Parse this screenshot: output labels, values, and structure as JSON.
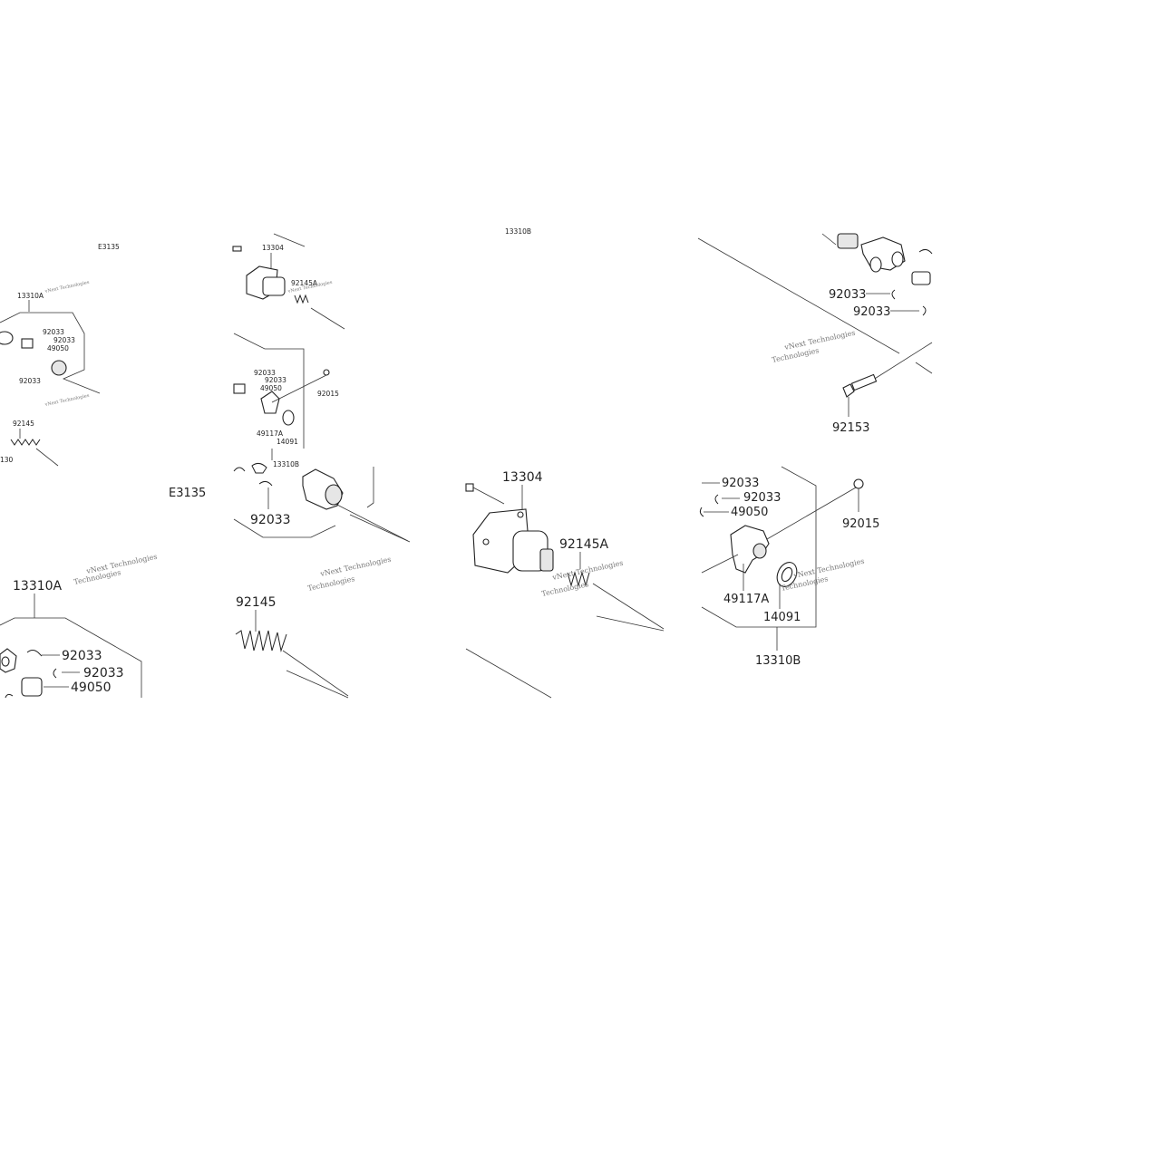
{
  "panels": [
    {
      "id": "tl",
      "ref": "E3135",
      "labels": [
        "13310A",
        "92033",
        "92033",
        "49050",
        "92033",
        "92145",
        "130"
      ],
      "watermarks": [
        "vNext Technologies",
        "vNext Technologies"
      ]
    },
    {
      "id": "tm",
      "labels": [
        "13304",
        "92145A",
        "92033",
        "92033",
        "49050",
        "92015",
        "49117A",
        "14091",
        "13310B",
        "92033"
      ],
      "watermarks": [
        "vNext Technologies"
      ]
    },
    {
      "id": "tr",
      "labels": [
        "92033",
        "92033",
        "92153",
        "13310B"
      ],
      "watermarks": [
        "vNext Technologies",
        "Technologies"
      ]
    },
    {
      "id": "bl",
      "ref": "E3135",
      "labels": [
        "13310A",
        "92033",
        "92033",
        "49050"
      ],
      "watermarks": [
        "vNext Technologies",
        "Technologies"
      ]
    },
    {
      "id": "bm1",
      "labels": [
        "92145"
      ],
      "watermarks": [
        "vNext Technologies",
        "Technologies"
      ]
    },
    {
      "id": "bm2",
      "labels": [
        "13304",
        "92145A"
      ],
      "watermarks": [
        "vNext Technologies",
        "Technologies"
      ]
    },
    {
      "id": "br",
      "labels": [
        "92033",
        "92033",
        "49050",
        "92015",
        "49117A",
        "14091",
        "13310B"
      ],
      "watermarks": [
        "vNext Technologies",
        "Technologies"
      ]
    }
  ]
}
